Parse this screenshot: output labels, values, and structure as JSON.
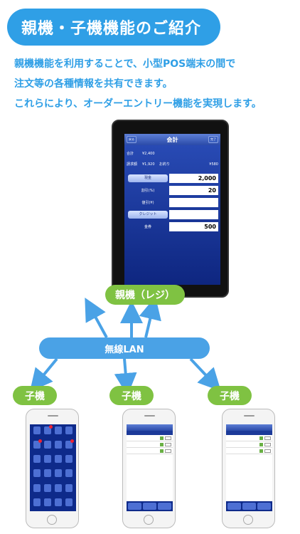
{
  "header": {
    "title": "親機・子機機能のご紹介"
  },
  "intro": {
    "lines": [
      "親機機能を利用することで、小型POS端末の間で",
      "注文等の各種情報を共有できます。",
      "これらにより、オーダーエントリー機能を実現します。"
    ]
  },
  "tablet": {
    "nav_title": "会計",
    "back_label": "戻る",
    "done_label": "完了",
    "total_label": "合計",
    "total_value": "¥2,400",
    "billed_label": "請求額",
    "billed_value": "¥1,920",
    "change_label": "お釣り",
    "change_value": "¥580",
    "fields": [
      {
        "label": "現金",
        "value": "2,000",
        "is_button": true
      },
      {
        "label": "割引(%)",
        "value": "20",
        "is_button": false
      },
      {
        "label": "値引(¥)",
        "value": "",
        "is_button": false
      },
      {
        "label": "クレジット",
        "value": "",
        "is_button": true
      },
      {
        "label": "金券",
        "value": "500",
        "is_button": false
      }
    ]
  },
  "diagram": {
    "parent_label": "親機（レジ）",
    "network_label": "無線LAN",
    "child_label": "子機"
  },
  "colors": {
    "accent_blue": "#2f9fe6",
    "bubble_green": "#7fc242",
    "lan_blue": "#4aa2e6"
  }
}
